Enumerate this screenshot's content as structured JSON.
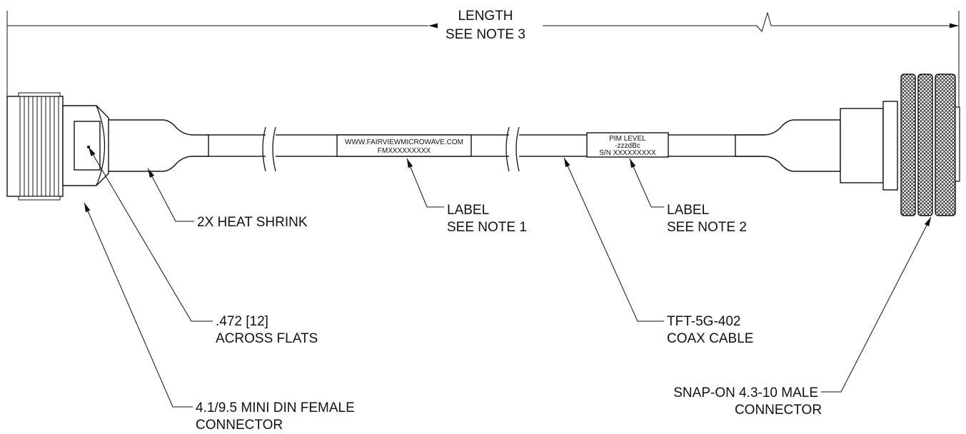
{
  "drawing": {
    "length_dim": {
      "line1": "LENGTH",
      "line2": "SEE NOTE 3"
    },
    "label1": {
      "line1": "WWW.FAIRVIEWMICROWAVE.COM",
      "line2": "FMXXXXXXXXX"
    },
    "label2": {
      "line1": "PIM LEVEL",
      "line2": "-zzzdBc",
      "line3": "S/N XXXXXXXXX"
    },
    "callouts": {
      "heat_shrink": "2X HEAT SHRINK",
      "label_note1": {
        "line1": "LABEL",
        "line2": "SEE NOTE 1"
      },
      "label_note2": {
        "line1": "LABEL",
        "line2": "SEE NOTE 2"
      },
      "across_flats": {
        "line1": ".472 [12]",
        "line2": "ACROSS FLATS"
      },
      "coax": {
        "line1": "TFT-5G-402",
        "line2": "COAX CABLE"
      },
      "female_conn": {
        "line1": "4.1/9.5 MINI DIN FEMALE",
        "line2": "CONNECTOR"
      },
      "male_conn": {
        "line1": "SNAP-ON 4.3-10 MALE",
        "line2": "CONNECTOR"
      }
    }
  }
}
